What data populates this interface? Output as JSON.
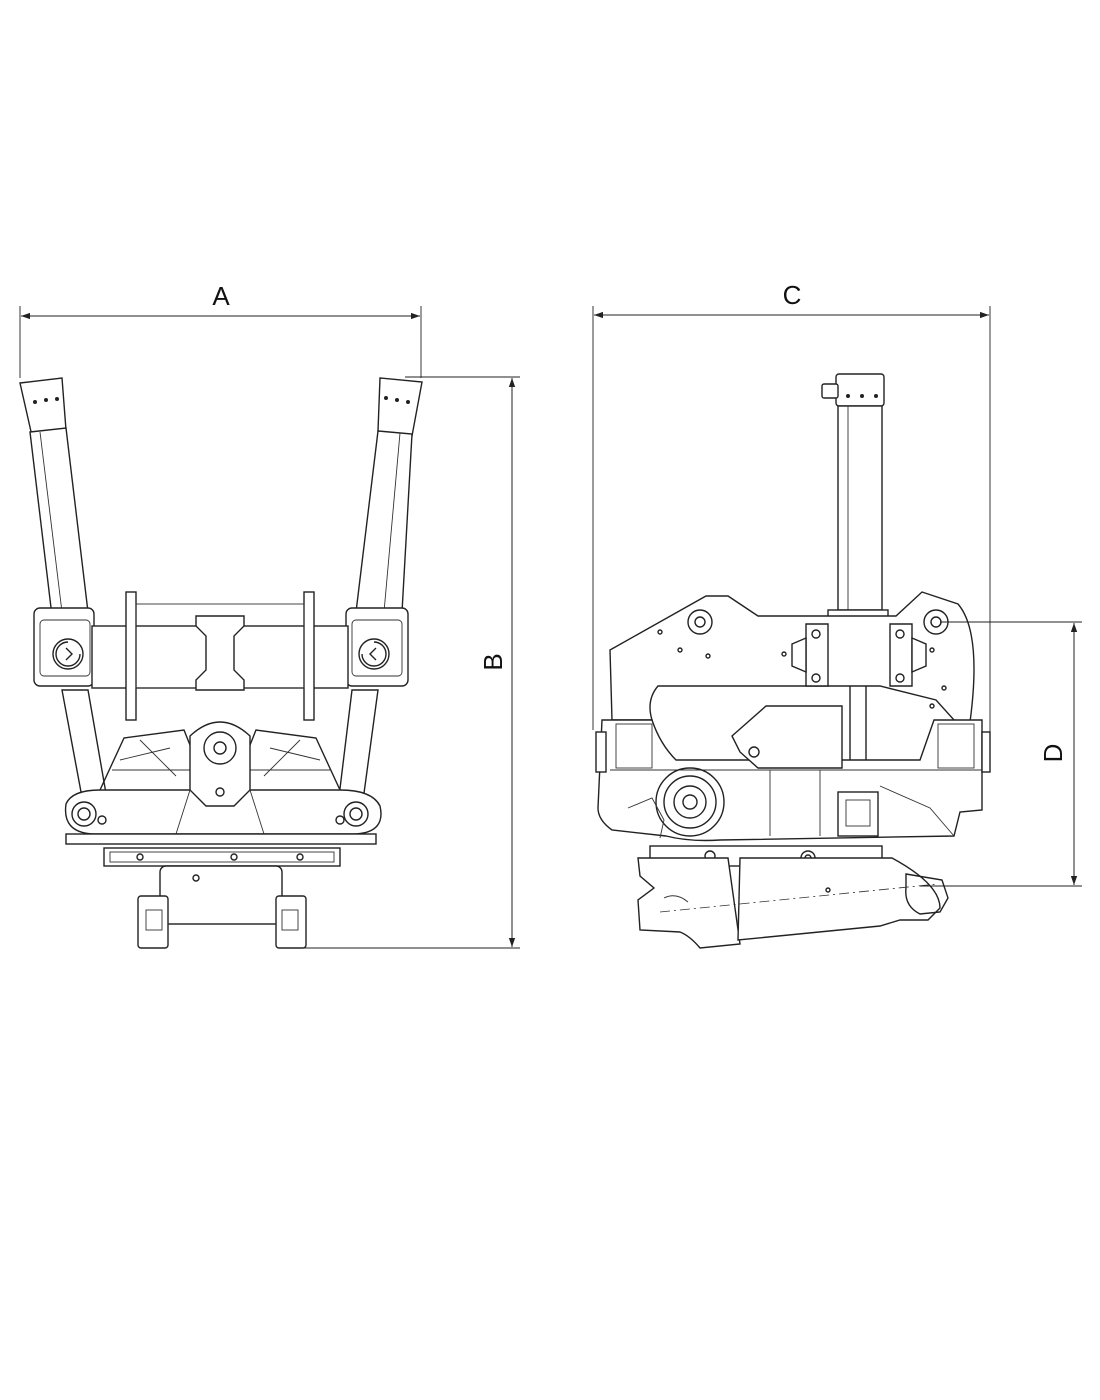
{
  "dimensions": {
    "A": "A",
    "B": "B",
    "C": "C",
    "D": "D"
  },
  "colors": {
    "line": "#222222",
    "background": "#ffffff"
  }
}
